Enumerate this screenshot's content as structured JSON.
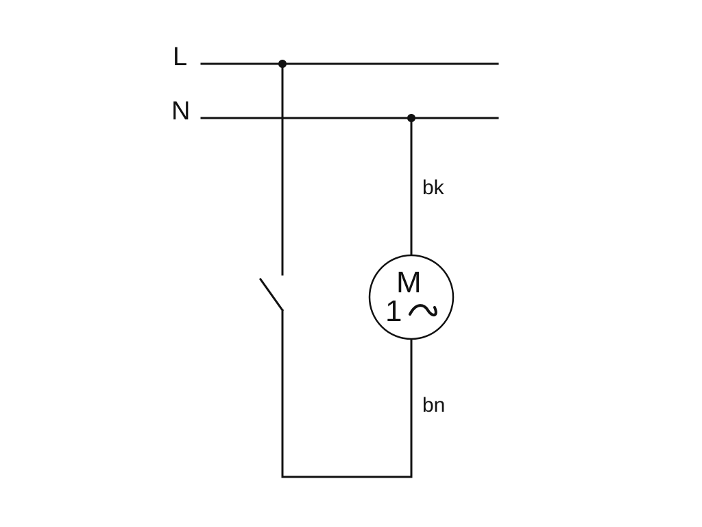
{
  "rails": {
    "line_label": "L",
    "neutral_label": "N"
  },
  "wires": {
    "upper_color_label": "bk",
    "lower_color_label": "bn"
  },
  "motor": {
    "symbol_letter": "M",
    "phase_count": "1",
    "ac_symbol": "tilde-symbol"
  },
  "switch": {
    "state": "open"
  },
  "colors": {
    "stroke": "#111111",
    "background": "#ffffff"
  }
}
